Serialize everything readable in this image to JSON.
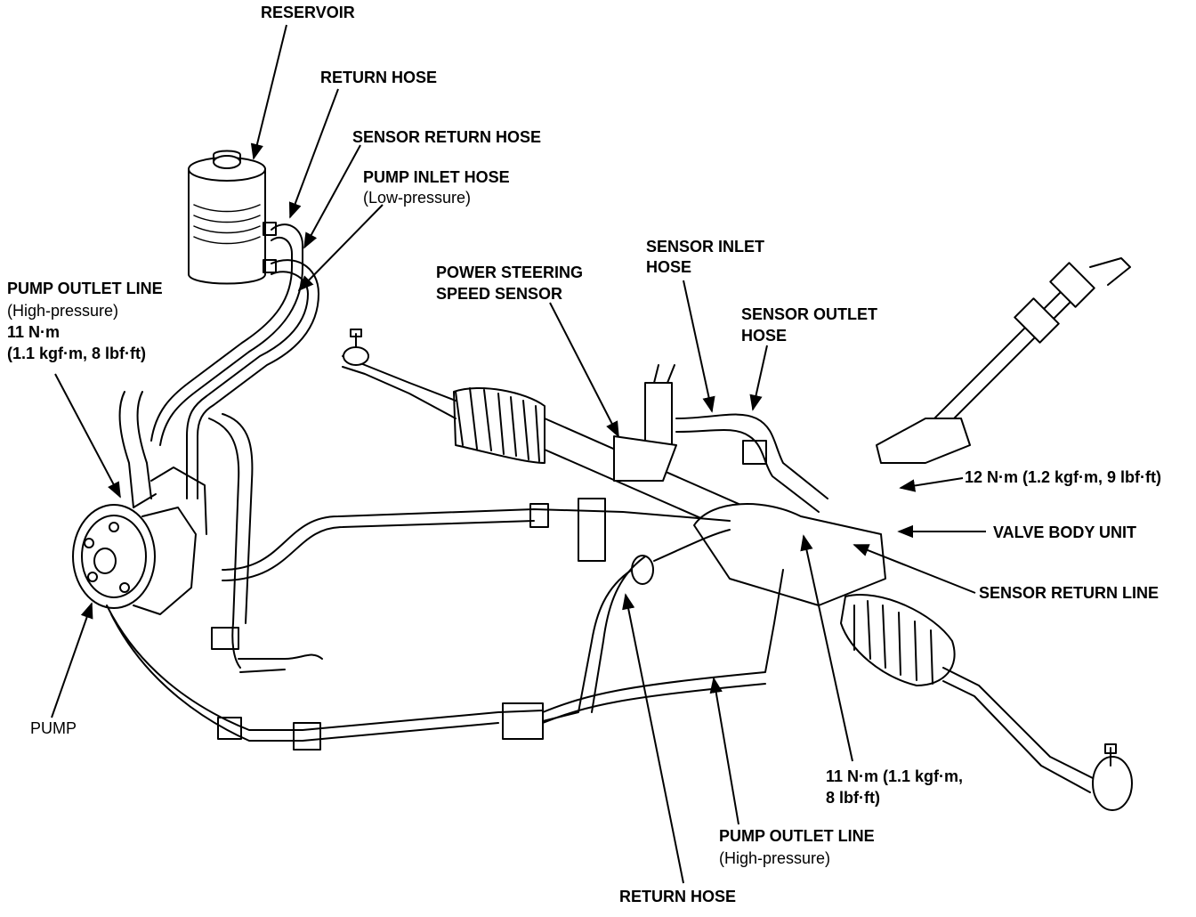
{
  "labels": {
    "reservoir": "RESERVOIR",
    "return_hose_top": "RETURN HOSE",
    "sensor_return_hose": "SENSOR RETURN HOSE",
    "pump_inlet_hose": "PUMP INLET HOSE",
    "pump_inlet_hose_sub": "(Low-pressure)",
    "pump_outlet_line_left": "PUMP OUTLET LINE",
    "pump_outlet_line_left_sub": "(High-pressure)",
    "pump_outlet_torque_1": "11 N·m",
    "pump_outlet_torque_2": "(1.1 kgf·m, 8 lbf·ft)",
    "power_steering_speed_sensor_1": "POWER STEERING",
    "power_steering_speed_sensor_2": "SPEED SENSOR",
    "sensor_inlet_hose_1": "SENSOR INLET",
    "sensor_inlet_hose_2": "HOSE",
    "sensor_outlet_hose_1": "SENSOR OUTLET",
    "sensor_outlet_hose_2": "HOSE",
    "valve_body_torque": "12 N·m (1.2 kgf·m, 9 lbf·ft)",
    "valve_body_unit": "VALVE BODY UNIT",
    "sensor_return_line": "SENSOR RETURN LINE",
    "pump": "PUMP",
    "sensor_line_torque_1": "11 N·m (1.1 kgf·m,",
    "sensor_line_torque_2": "8 lbf·ft)",
    "pump_outlet_line_bottom": "PUMP OUTLET LINE",
    "pump_outlet_line_bottom_sub": "(High-pressure)",
    "return_hose_bottom": "RETURN HOSE"
  },
  "colors": {
    "ink": "#000000",
    "paper": "#ffffff"
  }
}
